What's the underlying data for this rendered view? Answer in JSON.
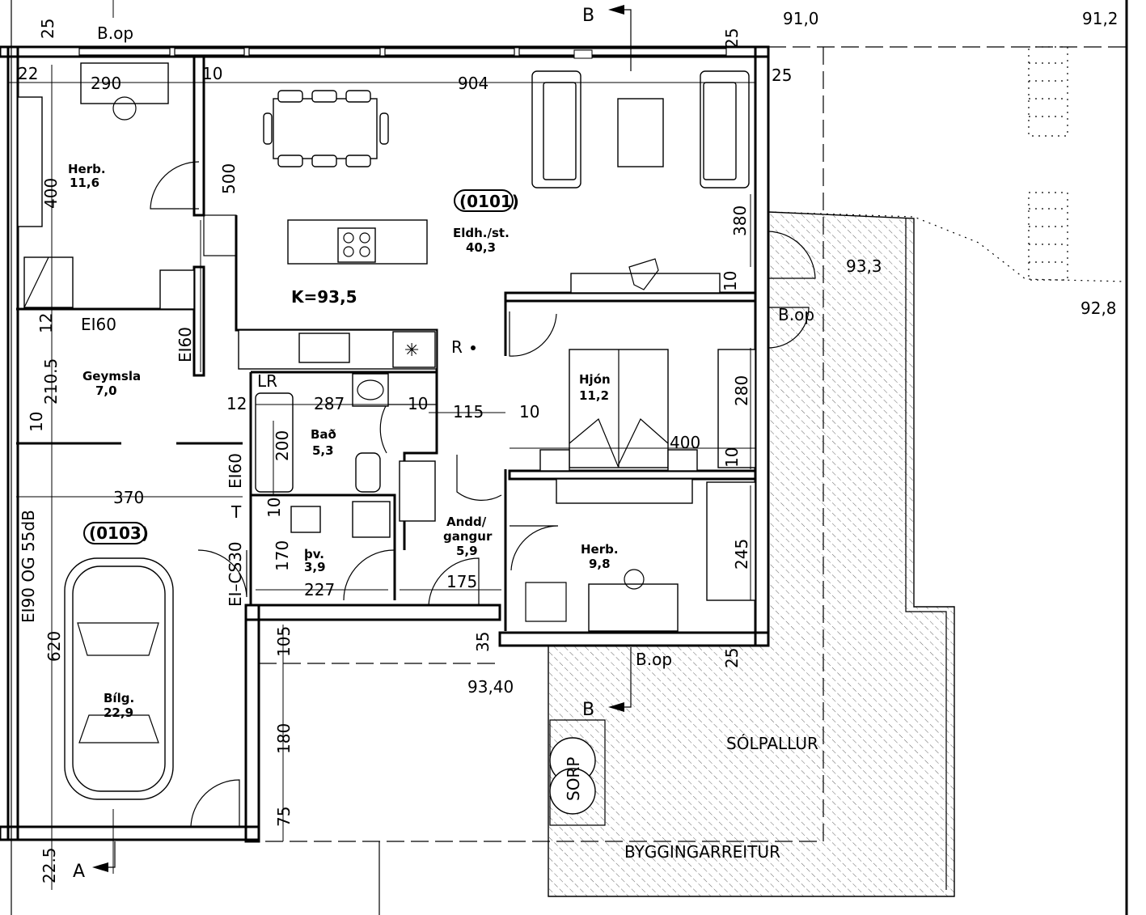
{
  "elevations": {
    "e1": "91,0",
    "e2": "91,2",
    "e3": "93,3",
    "e4": "92,8",
    "e5": "93,40",
    "k": "K=93,5"
  },
  "rooms": {
    "main_id": "(0101)",
    "main_name": "Eldh./st.",
    "main_area": "40,3",
    "herb1_name": "Herb.",
    "herb1_area": "11,6",
    "geymsla_name": "Geymsla",
    "geymsla_area": "7,0",
    "bad_name": "Bað",
    "bad_area": "5,3",
    "hjon_name": "Hjón",
    "hjon_area": "11,2",
    "andd_name1": "Andd/",
    "andd_name2": "gangur",
    "andd_area": "5,9",
    "herb2_name": "Herb.",
    "herb2_area": "9,8",
    "pv_name": "þv.",
    "pv_area": "3,9",
    "garage_id": "(0103)",
    "bilg_name": "Bílg.",
    "bilg_area": "22,9"
  },
  "dimensions": {
    "d25a": "25",
    "d290": "290",
    "d22": "22",
    "d10a": "10",
    "d904": "904",
    "d25b": "25",
    "d25c": "25",
    "d400a": "400",
    "d500": "500",
    "d380": "380",
    "d10b": "10",
    "d12a": "12",
    "d210": "210.5",
    "d10c": "10",
    "d12b": "12",
    "d287": "287",
    "d10d": "10",
    "d115": "115",
    "d10e": "10",
    "d200": "200",
    "d280": "280",
    "d400b": "400",
    "d10f": "10",
    "d370": "370",
    "d10g": "10",
    "d245": "245",
    "d170": "170",
    "d227": "227",
    "d175": "175",
    "d620": "620",
    "d105": "105",
    "d35": "35",
    "d25d": "25",
    "d180": "180",
    "d75": "75",
    "d225": "22.5"
  },
  "labels": {
    "bop1": "B.op",
    "bop2": "B.op",
    "bop3": "B.op",
    "secB_top": "B",
    "secB_bot": "B",
    "secA": "A",
    "ei60a": "EI60",
    "ei60b": "EI60",
    "ei60c": "EI60",
    "ei90": "EI90 OG 55dB",
    "eics": "EI–CS30",
    "lr": "LR",
    "r": "R",
    "t": "T",
    "solpallur": "SÓLPALLUR",
    "byggingarreitur": "BYGGINGARREITUR",
    "sorp": "SORP"
  }
}
